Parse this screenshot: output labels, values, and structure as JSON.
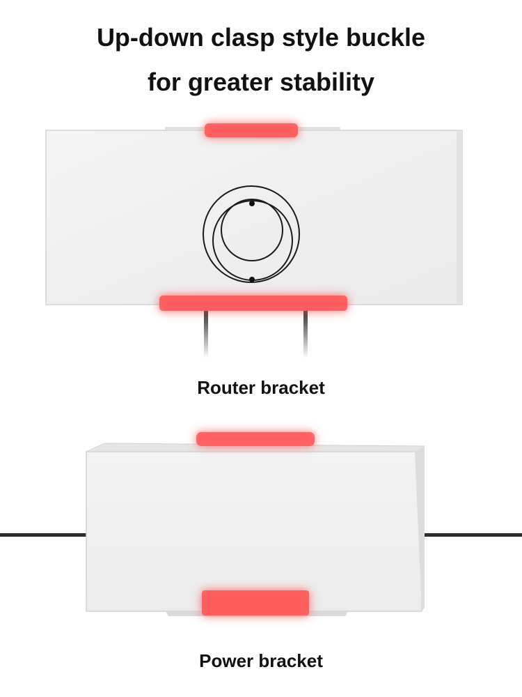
{
  "headline": {
    "line1": "Up-down clasp style buckle",
    "line2": "for greater stability"
  },
  "router_section": {
    "caption": "Router bracket",
    "highlight_color": "#ff5a5a"
  },
  "power_section": {
    "caption": "Power bracket",
    "highlight_color": "#ff5a5a"
  },
  "colors": {
    "panel": "#f1f1f1",
    "panel_edge": "#d6d6d6",
    "cable": "#2b2b2b",
    "text": "#111111"
  }
}
